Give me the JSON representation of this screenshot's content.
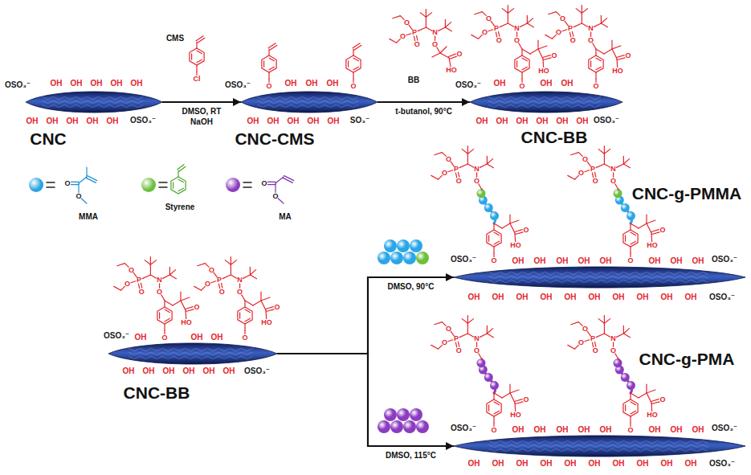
{
  "diagram": {
    "nodes": [
      {
        "text": [
          "CNC"
        ]
      },
      {
        "text": [
          "CNC-CMS"
        ]
      },
      {
        "text": [
          "CNC-BB"
        ]
      },
      {
        "text": [
          "CNC-BB"
        ]
      },
      {
        "text": [
          "CNC-g-PMMA"
        ]
      },
      {
        "text": [
          "CNC-g-PMA"
        ]
      }
    ],
    "edges": [
      {
        "from": 0,
        "to": 1,
        "arrow": "to",
        "label": "DMSO, RT NaOH"
      },
      {
        "from": 1,
        "to": 2,
        "arrow": "to",
        "label": "t-butanol, 90°C"
      },
      {
        "from": 3,
        "to": 4,
        "arrow": "to",
        "label": "DMSO, 90°C"
      },
      {
        "from": 3,
        "to": 5,
        "arrow": "to",
        "label": "DMSO, 115°C"
      }
    ],
    "labels": [
      "OSO₃⁻",
      "OH",
      "OH",
      "OH",
      "OH",
      "OH",
      "OH",
      "OH",
      "OH",
      "OH",
      "OH",
      "OSO₃⁻",
      "CMS",
      "Cl",
      "OSO₃⁻",
      "OH",
      "OH",
      "OH",
      "OH",
      "OH",
      "OH",
      "OH",
      "OH",
      "SO₃⁻",
      "O",
      "O",
      "BB",
      "O",
      "N",
      "P",
      "O",
      "O",
      "O",
      "O",
      "HO",
      "OSO₃⁻",
      "OH",
      "OH",
      "OH",
      "OH",
      "OH",
      "OH",
      "OH",
      "OH",
      "OH",
      "OSO₃⁻",
      "O",
      "O",
      "N",
      "P",
      "O",
      "O",
      "O",
      "O",
      "HO",
      "O",
      "O",
      "N",
      "P",
      "O",
      "O",
      "O",
      "O",
      "HO",
      "O",
      "O",
      "O",
      "O",
      "OSO₃⁻",
      "OH",
      "OH",
      "OH",
      "OH",
      "OH",
      "OH",
      "OH",
      "OH",
      "OH",
      "OSO₃⁻",
      "O",
      "O",
      "N",
      "P",
      "O",
      "O",
      "O",
      "O",
      "HO",
      "O",
      "O",
      "N",
      "P",
      "O",
      "O",
      "O",
      "O",
      "HO",
      "OSO₃⁻",
      "OH",
      "OH",
      "OH",
      "OH",
      "OH",
      "OH",
      "OH",
      "OH",
      "OSO₃⁻",
      "OH",
      "OH",
      "OH",
      "OH",
      "OH",
      "OH",
      "OH",
      "OH",
      "OH",
      "OH",
      "OSO₃⁻",
      "O",
      "O",
      "N",
      "P",
      "O",
      "O",
      "O",
      "O",
      "HO",
      "O",
      "O",
      "N",
      "P",
      "O",
      "O",
      "O",
      "O",
      "HO",
      "OSO₃⁻",
      "OH",
      "OH",
      "OH",
      "OH",
      "OH",
      "OH",
      "OH",
      "OH",
      "OSO₃⁻",
      "OH",
      "OH",
      "OH",
      "OH",
      "OH",
      "OH",
      "OH",
      "OH",
      "OH",
      "OH",
      "OSO₃⁻",
      "O",
      "O",
      "N",
      "P",
      "O",
      "O",
      "O",
      "O",
      "HO",
      "O",
      "O",
      "N",
      "P",
      "O",
      "O",
      "O",
      "O",
      "HO"
    ],
    "legend": [
      {
        "text": "MMA",
        "color": "#29a3e2"
      },
      {
        "text": "Styrene",
        "color": "#6cbf3a"
      },
      {
        "text": "MA",
        "color": "#8c3cc0"
      }
    ]
  }
}
